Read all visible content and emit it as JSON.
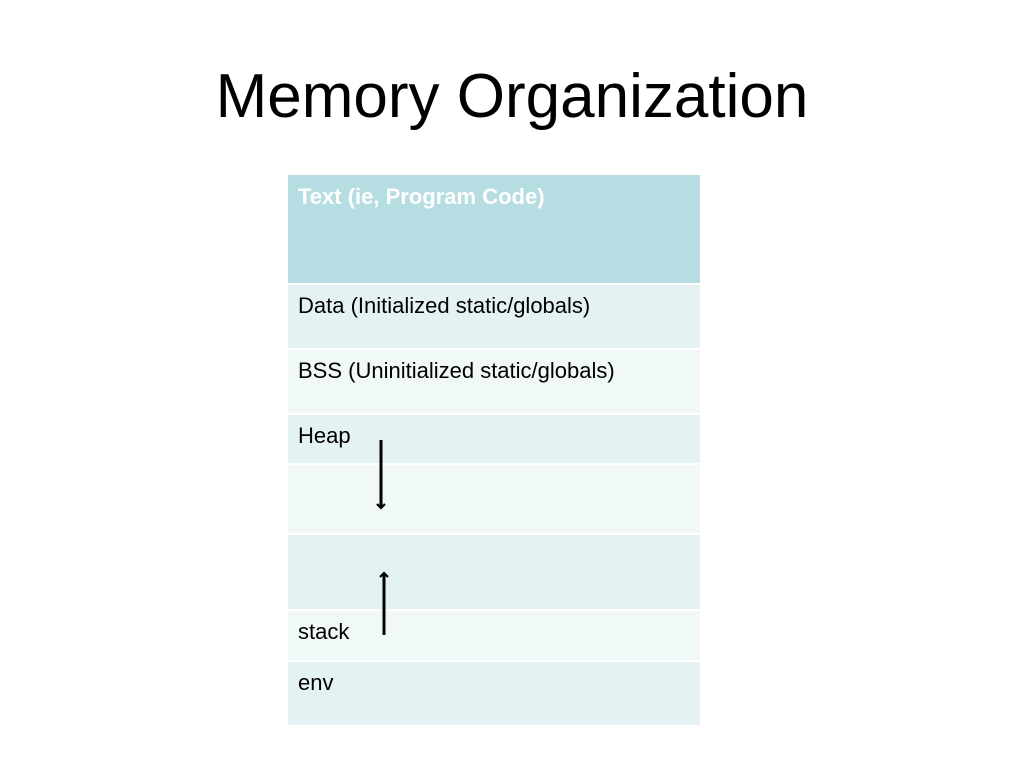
{
  "slide": {
    "title": "Memory Organization"
  },
  "memory_segments": [
    {
      "label": "Text (ie, Program Code)"
    },
    {
      "label": "Data (Initialized static/globals)"
    },
    {
      "label": "BSS (Uninitialized static/globals)"
    },
    {
      "label": "Heap"
    },
    {
      "label": ""
    },
    {
      "label": ""
    },
    {
      "label": "stack"
    },
    {
      "label": "env"
    }
  ],
  "colors": {
    "header_fill": "#b6dde1",
    "row_dark": "#e5f2f3",
    "row_light": "#f1f8f8"
  },
  "arrows": [
    {
      "name": "heap-growth-arrow",
      "direction": "down"
    },
    {
      "name": "stack-growth-arrow",
      "direction": "up"
    }
  ]
}
